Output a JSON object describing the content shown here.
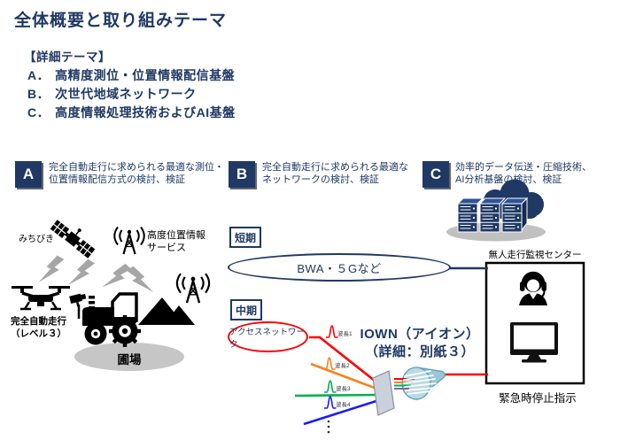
{
  "page": {
    "title": "全体概要と取り組みテーマ"
  },
  "themes": {
    "heading": "【詳細テーマ】",
    "items": [
      {
        "label": "A．",
        "text": "高精度測位・位置情報配信基盤"
      },
      {
        "label": "B．",
        "text": "次世代地域ネットワーク"
      },
      {
        "label": "C．",
        "text": "高度情報処理技術およびAI基盤"
      }
    ]
  },
  "sections": [
    {
      "badge": "A",
      "line1": "完全自動走行に求められる最適な測位・",
      "line2": "位置情報配信方式の検討、検証"
    },
    {
      "badge": "B",
      "line1": "完全自動走行に求められる最適な",
      "line2": "ネットワークの検討、検証"
    },
    {
      "badge": "C",
      "line1": "効率的データ伝送・圧縮技術、",
      "line2": "AI分析基盤の検討、検証"
    }
  ],
  "diagram": {
    "michibiki_label": "みちびき",
    "location_service_line1": "高度位置情報",
    "location_service_line2": "サービス",
    "autonomous_driving_line1": "完全自動走行",
    "autonomous_driving_line2": "（レベル３）",
    "field_label": "圃場",
    "short_term_label": "短期",
    "mid_term_label": "中期",
    "bwa_label": "BWA・５Gなど",
    "access_network_label": "アクセスネットワーク",
    "iown_line1": "IOWN（アイオン）",
    "iown_line2": "（詳細：別紙３）",
    "wavelength_labels": [
      "波長1",
      "波長2",
      "波長3",
      "波長4"
    ],
    "monitoring_center_label": "無人走行監視センター",
    "emergency_stop_label": "緊急時停止指示"
  },
  "colors": {
    "navy": "#1F3864",
    "red": "#FF0000",
    "orange": "#F8821E",
    "green": "#00B050",
    "blue": "#1A1AFF",
    "purple": "#8064A2",
    "signal_gray": "#A6A6A6",
    "field_gray": "#C6C6C6",
    "fiber_blue": "#9CC6D6"
  }
}
